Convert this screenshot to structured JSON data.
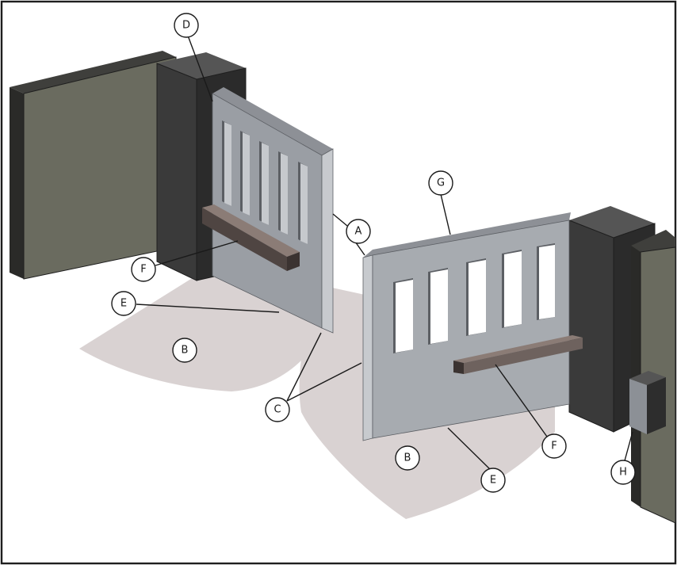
{
  "colors": {
    "border": "#1e1e1e",
    "floor_swing": "#d9d2d2",
    "pillar_front": "#3a3a3a",
    "pillar_side": "#2b2b2b",
    "pillar_top": "#555555",
    "wall_front": "#6a6b5f",
    "wall_top": "#3f3f3c",
    "gate_front": "#a7abb0",
    "gate_dark": "#888c92",
    "gate_edge": "#c7cace",
    "gate_top": "#8d9096",
    "slot_light": "#ffffff",
    "slot_shadow": "#5c5f64",
    "bar_top": "#8b7c76",
    "bar_front": "#4f4542",
    "device_front": "#2d2d2d",
    "device_side": "#8c9096"
  },
  "callouts": {
    "A": "A",
    "B_left": "B",
    "B_right": "B",
    "C": "C",
    "D": "D",
    "E_left": "E",
    "E_right": "E",
    "F_left": "F",
    "F_right": "F",
    "G": "G",
    "H": "H"
  }
}
